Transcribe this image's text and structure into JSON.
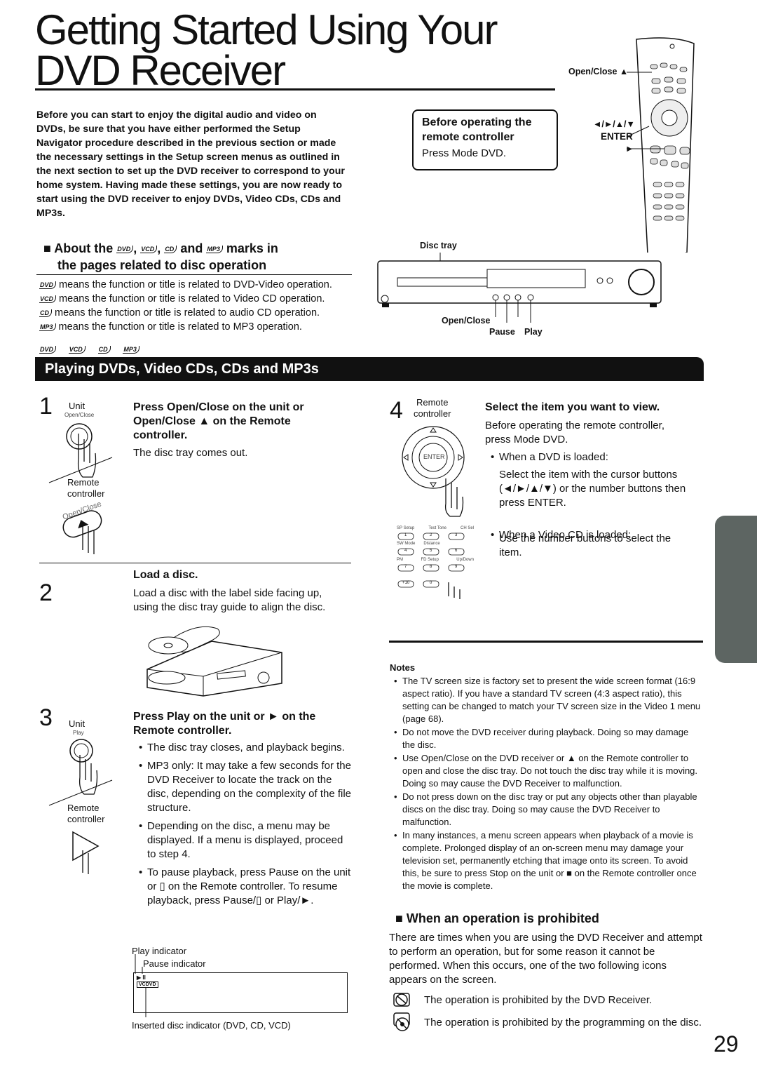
{
  "title": {
    "line1": "Getting Started Using Your",
    "line2": "DVD Receiver"
  },
  "intro": "Before you can start to enjoy the digital audio and video on DVDs, be sure that you have either performed the Setup Navigator procedure described in the previous section or made the necessary settings in the Setup screen menus as outlined in the next section to set up the DVD receiver to correspond to your home system. Having made these settings, you are now ready to start using the DVD receiver to enjoy DVDs, Video CDs, CDs and MP3s.",
  "callout": {
    "title_line1": "Before operating the",
    "title_line2": "remote controller",
    "body": "Press Mode DVD."
  },
  "remote_labels": {
    "open_close": "Open/Close ▲",
    "arrows": "◄/►/▲/▼",
    "enter": "ENTER",
    "play": "►"
  },
  "unit_labels": {
    "disc_tray": "Disc tray",
    "open_close": "Open/Close",
    "pause": "Pause",
    "play": "Play"
  },
  "about": {
    "prefix": "About the",
    "sep1": ",",
    "sep2": ",",
    "and": "and",
    "suffix": "marks in",
    "line2": "the pages related to disc operation"
  },
  "badges": {
    "dvd": "DVD",
    "vcd": "VCD",
    "cd": "CD",
    "mp3": "MP3"
  },
  "meanings": [
    {
      "badge": "DVD",
      "text": "means the function or title is related to DVD-Video operation."
    },
    {
      "badge": "VCD",
      "text": "means the function or title is related to Video CD operation."
    },
    {
      "badge": "CD",
      "text": "means the function or title is related to audio CD operation."
    },
    {
      "badge": "MP3",
      "text": "means the function or title is related to MP3 operation."
    }
  ],
  "section_bar": "Playing DVDs, Video CDs, CDs and MP3s",
  "step1": {
    "num": "1",
    "unit": "Unit",
    "unit_btn": "Open/Close",
    "remote": "Remote",
    "controller": "controller",
    "remote_btn": "Open/Close",
    "head_line1": "Press Open/Close on the unit or",
    "head_line2": "Open/Close ▲  on the Remote",
    "head_line3": "controller.",
    "body": "The disc tray comes out."
  },
  "step2": {
    "num": "2",
    "head": "Load a disc.",
    "body_line1": "Load a disc with the label side facing up,",
    "body_line2": "using the disc tray guide to align the disc."
  },
  "step3": {
    "num": "3",
    "unit": "Unit",
    "unit_btn": "Play",
    "remote": "Remote",
    "controller": "controller",
    "head_line1": "Press Play on the unit or  ►  on the",
    "head_line2": "Remote controller.",
    "bullets": [
      "The disc tray closes, and playback begins.",
      "MP3 only: It may take a few seconds for the DVD Receiver to locate the track on the disc, depending on the complexity of the file structure.",
      "Depending on the disc, a menu may be displayed. If a menu is displayed, proceed to step 4.",
      "To pause playback, press Pause on the unit or ▯ on the Remote controller. To resume playback, press Pause/▯ or Play/►."
    ],
    "play_indicator": "Play indicator",
    "pause_indicator": "Pause indicator",
    "display_icon": "▶ II",
    "display_badge": "VCDVD",
    "inserted": "Inserted disc indicator (DVD, CD, VCD)"
  },
  "step4": {
    "num": "4",
    "remote": "Remote",
    "controller": "controller",
    "enter": "ENTER",
    "head": "Select the item you want to view.",
    "body_line1": "Before operating the remote controller,",
    "body_line2": "press Mode DVD.",
    "bullet1": "When a DVD is loaded:",
    "sub1_line1": "Select the item with the cursor buttons",
    "sub1_line2": "(◄/►/▲/▼) or the number buttons then",
    "sub1_line3": "press ENTER.",
    "bullet2": "When a Video CD is loaded:",
    "sub2_line1": "Use the number buttons to select the",
    "sub2_line2": "item.",
    "keypad_top": [
      "SP Setup",
      "Test Tone",
      "CH Sel"
    ],
    "keypad_mid": [
      "SW Mode",
      "Distance",
      ""
    ],
    "keypad_bot": [
      "PM",
      "FD Setup",
      "Up/Down"
    ],
    "keys": [
      "1",
      "2",
      "3",
      "4",
      "5",
      "6",
      "7",
      "8",
      "9",
      "+10",
      "0"
    ]
  },
  "notes": {
    "title": "Notes",
    "items": [
      "The TV screen size is factory set to present the wide screen format (16:9 aspect ratio). If you have a standard TV screen (4:3 aspect ratio), this setting can be changed to match your TV screen size in the Video 1 menu (page 68).",
      "Do not move the DVD receiver during playback. Doing so may damage the disc.",
      "Use Open/Close on the DVD receiver or ▲ on the Remote controller to open and close the disc tray. Do not touch the disc tray while it is moving. Doing so may cause the DVD Receiver to malfunction.",
      "Do not press down on the disc tray or put any objects other than playable discs on the disc tray. Doing so may cause the DVD Receiver to malfunction.",
      "In many instances, a menu screen appears when playback of a movie is complete. Prolonged display of an on-screen menu may damage your television set, permanently etching that image onto its screen. To avoid this, be sure to press Stop on the unit or ■ on the Remote controller once the movie is complete."
    ]
  },
  "prohibited": {
    "head": "When an operation is prohibited",
    "body": "There are times when you are using the DVD Receiver and attempt to perform an operation, but for some reason it cannot be performed. When this occurs, one of the two following icons appears on the screen.",
    "icon1_text": "The operation is prohibited by the DVD Receiver.",
    "icon2_text": "The operation is prohibited by the programming on the disc."
  },
  "page_number": "29",
  "colors": {
    "side_tab": "#5d6562",
    "bar": "#111111"
  }
}
